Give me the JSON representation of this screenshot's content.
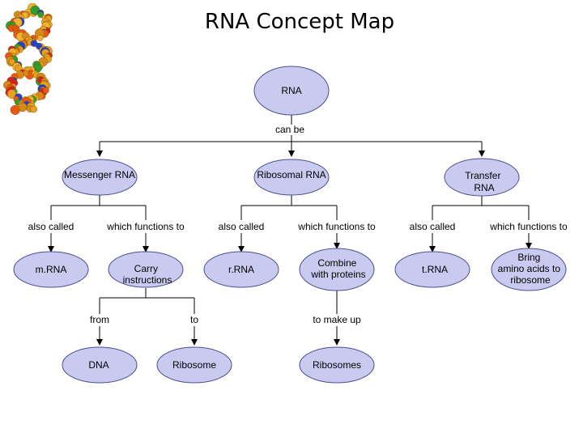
{
  "title": "RNA Concept Map",
  "nodes": {
    "rna": "RNA",
    "messenger": "Messenger RNA",
    "ribosomal": "Ribosomal RNA",
    "transfer": [
      "Transfer",
      "RNA"
    ],
    "mrna": "m.RNA",
    "carry": [
      "Carry",
      "instructions"
    ],
    "rrna": "r.RNA",
    "combine": [
      "Combine",
      "with proteins"
    ],
    "trna": "t.RNA",
    "bring": [
      "Bring",
      "amino acids to",
      "ribosome"
    ],
    "dna": "DNA",
    "ribosome": "Ribosome",
    "ribosomes": "Ribosomes"
  },
  "links": {
    "can_be": "can be",
    "also_called_1": "also called",
    "functions_1": "which functions to",
    "also_called_2": "also called",
    "functions_2": "which functions to",
    "also_called_3": "also called",
    "functions_3": "which functions to",
    "from": "from",
    "to": "to",
    "to_make_up": "to make up"
  }
}
